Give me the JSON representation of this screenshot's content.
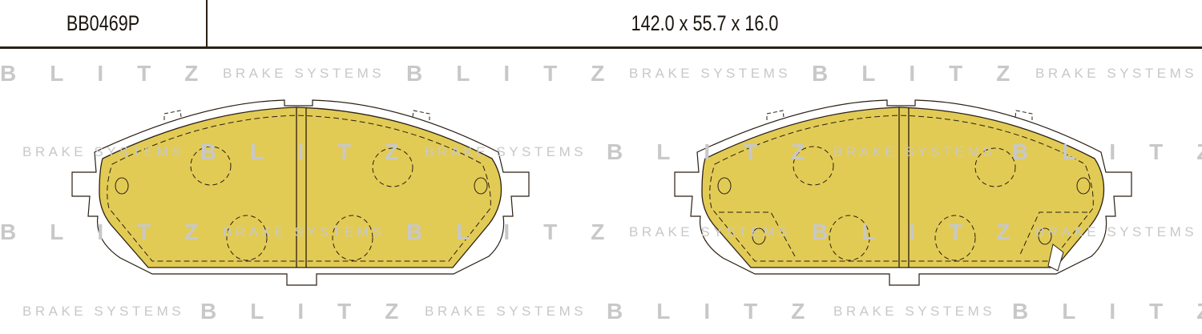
{
  "header": {
    "part_number": "BB0469P",
    "dimensions": "142.0 x 55.7 x 16.0"
  },
  "watermark": {
    "brand": "BLITZ",
    "tagline": "BRAKE SYSTEMS"
  },
  "colors": {
    "friction": "#e2cb55",
    "outline": "#2a1f14",
    "watermark": "#cfcfcf"
  }
}
